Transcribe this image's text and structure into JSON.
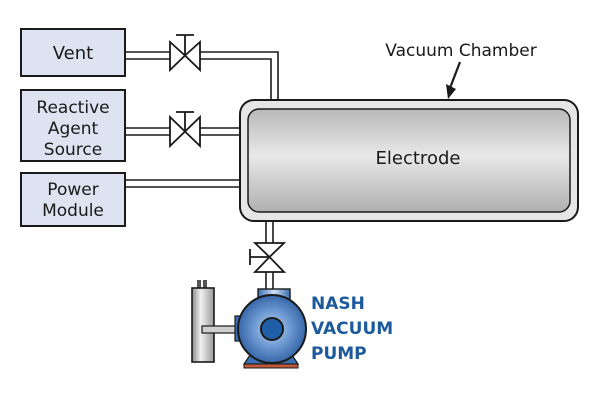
{
  "diagram": {
    "boxes": {
      "vent": "Vent",
      "reactive": [
        "Reactive",
        "Agent",
        "Source"
      ],
      "power": [
        "Power",
        "Module"
      ]
    },
    "chamber_label": "Vacuum Chamber",
    "electrode_label": "Electrode",
    "pump_label": [
      "NASH",
      "VACUUM",
      "PUMP"
    ],
    "colors": {
      "box_fill": "#dde3f0",
      "chamber_fill": "#e6e6e6",
      "pump_blue": "#1f5fa8",
      "pump_label": "#1c5a9c",
      "base_red": "#c0583a"
    }
  }
}
